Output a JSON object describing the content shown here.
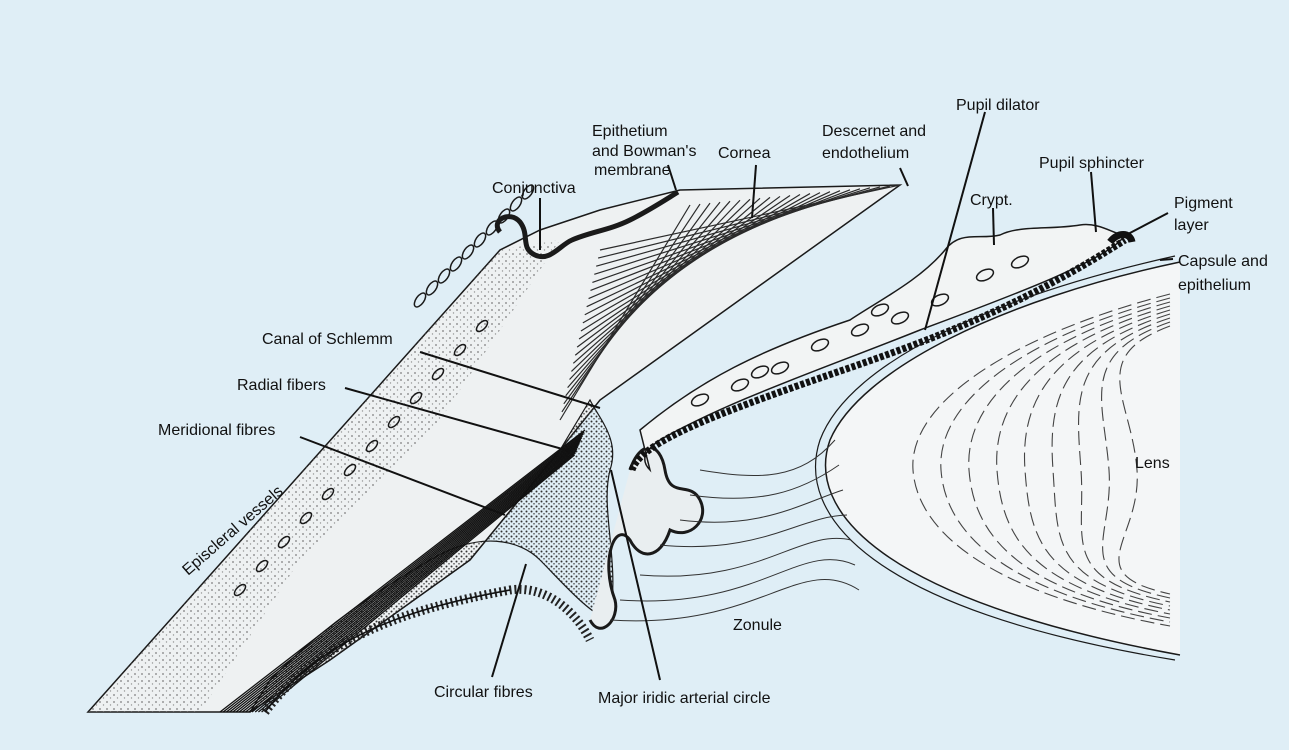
{
  "diagram": {
    "colors": {
      "background": "#dfeef6",
      "ink": "#1a1a1a",
      "tissue_dark": "#3c3c3c",
      "tissue_mid": "#8a8a8a",
      "tissue_light": "#c9d2d6"
    },
    "labels": {
      "epithelium_l1": "Epithetium",
      "epithelium_l2": "and Bowman's",
      "epithelium_l3": "membrane",
      "cornea": "Cornea",
      "descemet_l1": "Descernet and",
      "descemet_l2": "endothelium",
      "pupil_dilator": "Pupil dilator",
      "pupil_sphincter": "Pupil sphincter",
      "pigment_l1": "Pigment",
      "pigment_l2": "layer",
      "capsule_l1": "Capsule and",
      "capsule_l2": "epithelium",
      "crypt": "Crypt.",
      "conjunctiva": "Conjunctiva",
      "canal": "Canal of Schlemm",
      "radial": "Radial fibers",
      "meridional": "Meridional fibres",
      "episcleral": "Episcleral vessels",
      "lens": "Lens",
      "zonule": "Zonule",
      "circular": "Circular fibres",
      "major_iridic": "Major iridic arterial circle"
    }
  }
}
